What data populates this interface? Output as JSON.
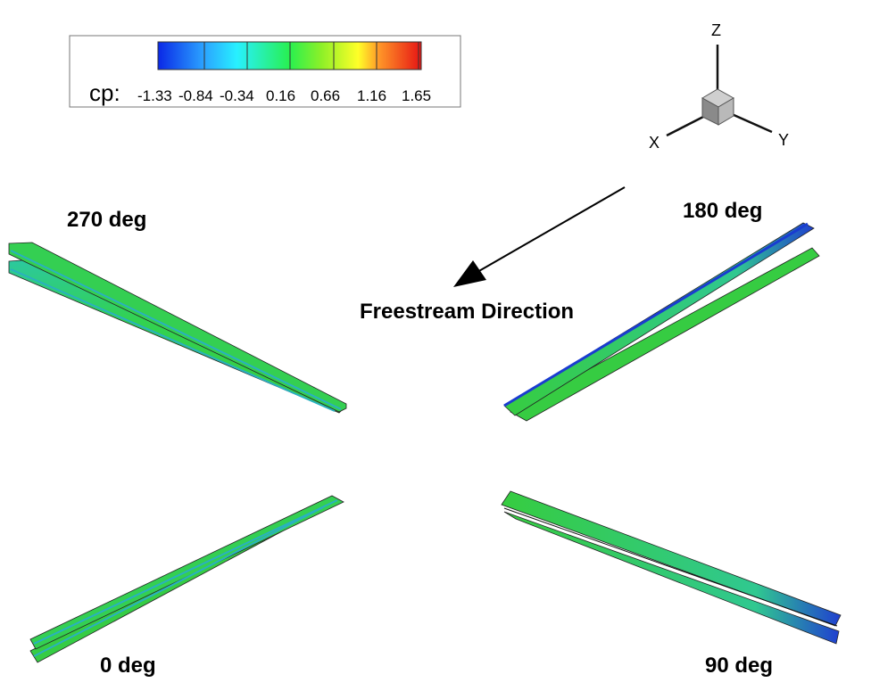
{
  "legend": {
    "variable": "cp:",
    "ticks": [
      "-1.33",
      "-0.84",
      "-0.34",
      "0.16",
      "0.66",
      "1.16",
      "1.65"
    ],
    "colors": [
      "#0a28e6",
      "#28d2ff",
      "#28f08c",
      "#28f028",
      "#f0f028",
      "#ff8c28",
      "#e61414"
    ]
  },
  "axes": {
    "x": "X",
    "y": "Y",
    "z": "Z"
  },
  "freestream_label": "Freestream Direction",
  "blades": [
    {
      "label": "270 deg"
    },
    {
      "label": "180 deg"
    },
    {
      "label": "0 deg"
    },
    {
      "label": "90 deg"
    }
  ]
}
